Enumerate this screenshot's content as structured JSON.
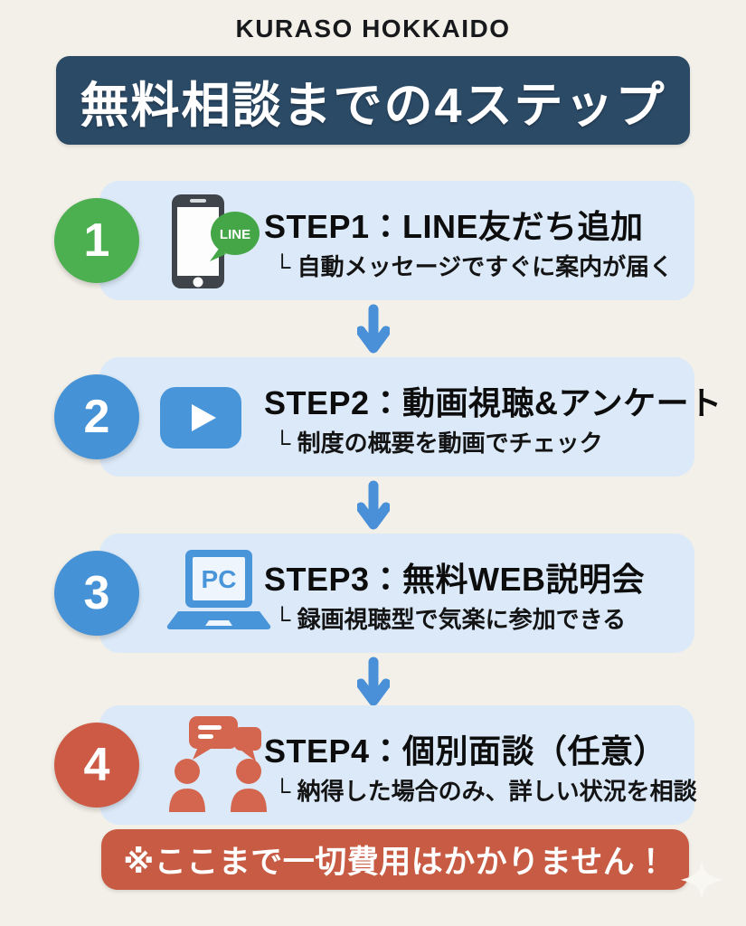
{
  "brand": "KURASO HOKKAIDO",
  "header": {
    "title": "無料相談までの4ステップ"
  },
  "steps": [
    {
      "number": "1",
      "title": "STEP1：LINE友だち追加",
      "subtitle": "└ 自動メッセージですぐに案内が届く",
      "icon": "smartphone-line-icon",
      "icon_label": "LINE",
      "accent": "#4caf50"
    },
    {
      "number": "2",
      "title": "STEP2：動画視聴&アンケート",
      "subtitle": "└ 制度の概要を動画でチェック",
      "icon": "video-play-icon",
      "accent": "#4593d6"
    },
    {
      "number": "3",
      "title": "STEP3：無料WEB説明会",
      "subtitle": "└ 録画視聴型で気楽に参加できる",
      "icon": "laptop-pc-icon",
      "icon_label": "PC",
      "accent": "#4593d6"
    },
    {
      "number": "4",
      "title": "STEP4：個別面談（任意）",
      "subtitle": "└ 納得した場合のみ、詳しい状況を相談",
      "icon": "consultation-people-icon",
      "accent": "#cc5a44"
    }
  ],
  "footer": {
    "note": "※ここまで一切費用はかかりません！"
  },
  "colors": {
    "background": "#f3f0e9",
    "banner_navy": "#2b4a66",
    "card_light_blue": "#dbe9f8",
    "arrow_blue": "#4a90d9",
    "step1_green": "#4caf50",
    "step23_blue": "#4593d6",
    "step4_red": "#cc5a44",
    "footer_red": "#c75b43"
  }
}
